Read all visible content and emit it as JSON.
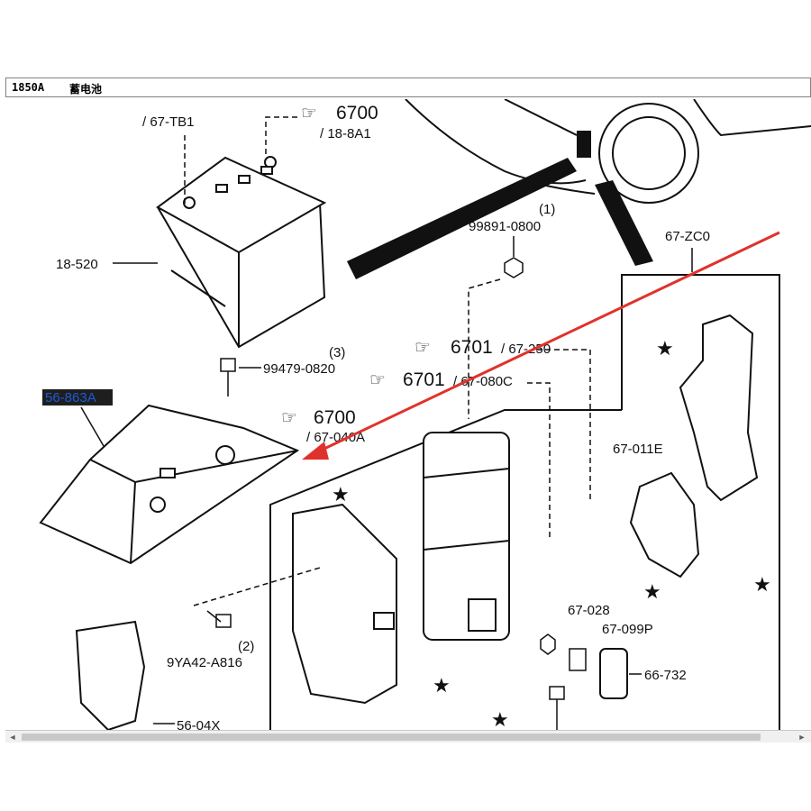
{
  "header": {
    "code": "1850A",
    "title": "蓄电池"
  },
  "diagram": {
    "labels": {
      "top_ref_a_sub": "/ 67-TB1",
      "top_ref_b_num": "6700",
      "top_ref_b_sub": "/ 18-8A1",
      "battery": "18-520",
      "bolt_part": "99479-0820",
      "bolt_qty": "(3)",
      "nut_part": "99891-0800",
      "nut_qty": "(1)",
      "relay_box": "67-ZC0",
      "tray": "56-863A",
      "ref_6701_a_num": "6701",
      "ref_6701_a_sub": "/ 67-250",
      "ref_6701_b_num": "6701",
      "ref_6701_b_sub": "/ 67-080C",
      "ref_6700_c_num": "6700",
      "ref_6700_c_sub": "/ 67-040A",
      "cover": "67-011E",
      "nut_small": "67-028",
      "clip": "67-099P",
      "connector": "66-732",
      "lower_bolt": "9YA42-A816",
      "lower_bolt_qty": "(2)",
      "bracket": "56-04X"
    },
    "colors": {
      "highlight": "#1e5bd6",
      "arrow": "#e0322c",
      "line": "#111111"
    }
  },
  "scrollbar": {
    "left_arrow": "◄",
    "right_arrow": "►"
  }
}
